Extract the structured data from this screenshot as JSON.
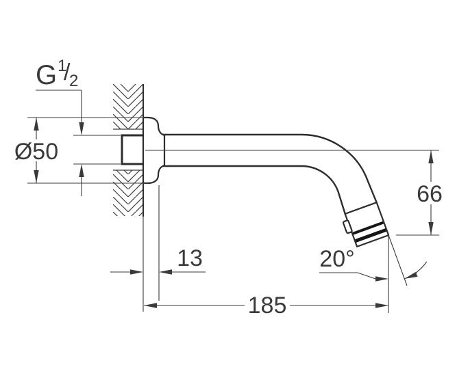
{
  "labels": {
    "thread": {
      "prefix": "G",
      "numerator": "1",
      "slash": "/",
      "denominator": "2"
    },
    "flange_diameter": "Ø50",
    "wall_clearance": "13",
    "reach": "185",
    "drop_height": "66",
    "outlet_angle": "20°"
  },
  "colors": {
    "background": "#ffffff",
    "outline": "#2d2d2d",
    "dimension": "#3a3a3a",
    "fill": "#ffffff",
    "band": "#161616"
  }
}
